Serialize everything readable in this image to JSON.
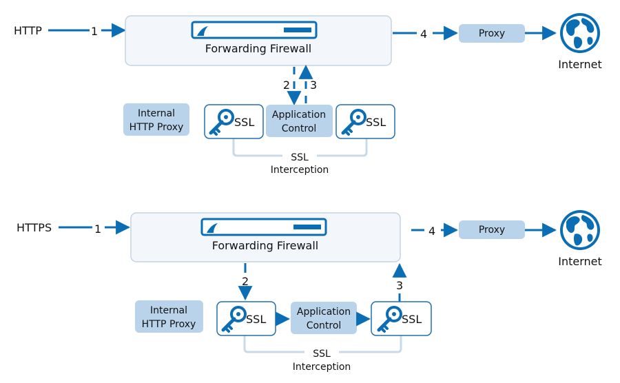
{
  "colors": {
    "accent": "#0b6eb5",
    "firewall_fill": "#f3f7fb",
    "firewall_stroke": "#c5d3e1",
    "pill_fill": "#b9d3ea",
    "ssl_stroke": "#1f6fb0",
    "connector": "#c9d9e8",
    "text": "#111111"
  },
  "top": {
    "source": "HTTP",
    "step1": "1",
    "step2": "2",
    "step3": "3",
    "step4": "4",
    "firewall": "Forwarding Firewall",
    "proxy": "Proxy",
    "internet": "Internet",
    "internal_proxy": [
      "Internal",
      "HTTP Proxy"
    ],
    "ssl_left": "SSL",
    "app_control": [
      "Application",
      "Control"
    ],
    "ssl_right": "SSL",
    "interception": [
      "SSL",
      "Interception"
    ]
  },
  "bottom": {
    "source": "HTTPS",
    "step1": "1",
    "step2": "2",
    "step3": "3",
    "step4": "4",
    "firewall": "Forwarding Firewall",
    "proxy": "Proxy",
    "internet": "Internet",
    "internal_proxy": [
      "Internal",
      "HTTP Proxy"
    ],
    "ssl_left": "SSL",
    "app_control": [
      "Application",
      "Control"
    ],
    "ssl_right": "SSL",
    "interception": [
      "SSL",
      "Interception"
    ]
  }
}
